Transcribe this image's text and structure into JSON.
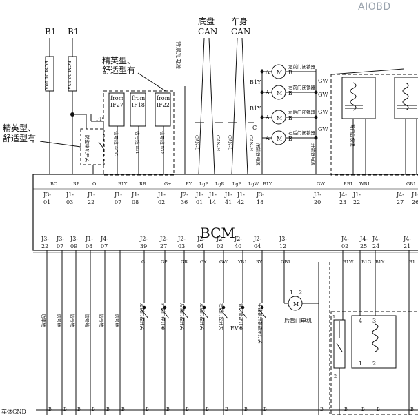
{
  "watermark": "AIOBD",
  "module": "BCM",
  "power": {
    "b1_left": "B1",
    "b1_right": "B1"
  },
  "fuses": [
    "BCM 01 10A",
    "BCM 02 15A"
  ],
  "bus": {
    "chassis_can": "底盘\nCAN",
    "body_can": "车身\nCAN"
  },
  "notes": {
    "elite_comfort_top": "精英型、\n舒适型有",
    "elite_comfort_left": "精英型、\n舒适型有",
    "backlight": "背景光电源"
  },
  "relay_switch": {
    "pp": "PP",
    "label": "防盗喇叭开关"
  },
  "from_boxes": [
    {
      "from": "from",
      "id": "IF27",
      "signal": "信号线 ACC"
    },
    {
      "from": "from",
      "id": "IF18",
      "signal": "信号线 IG1"
    },
    {
      "from": "from",
      "id": "IF22",
      "signal": "信号线 IG2"
    }
  ],
  "can_wires": [
    "CAN-L",
    "CAN-H",
    "CAN-L",
    "CAN-H"
  ],
  "lock_motors": [
    {
      "name": "左前门闭锁器",
      "a": "A",
      "b": "B"
    },
    {
      "name": "右前门闭锁器",
      "a": "A",
      "b": "B"
    },
    {
      "name": "左后门闭锁器",
      "a": "A",
      "b": "B"
    },
    {
      "name": "右后门闭锁器",
      "a": "A",
      "b": "B"
    }
  ],
  "motor_wires": {
    "b1y_1": "B1Y",
    "b1y_2": "B1Y",
    "c": "C",
    "gw_1": "GW",
    "gw_2": "GW",
    "gw_3": "GW",
    "gw_4": "GW"
  },
  "side_labels": {
    "lock_power": "闭锁器电源",
    "unlock_power": "开锁器电源"
  },
  "top_wire_colors": [
    "BO",
    "RP",
    "O",
    "B1Y",
    "RB",
    "G+",
    "RY",
    "LgB",
    "LgR",
    "LgB",
    "LgW",
    "B1Y",
    "GW",
    "RB1",
    "WB1",
    "GB1"
  ],
  "top_pins": [
    {
      "conn": "J3-",
      "pin": "01"
    },
    {
      "conn": "J1-",
      "pin": "03"
    },
    {
      "conn": "J1-",
      "pin": "22"
    },
    {
      "conn": "J1-",
      "pin": "07"
    },
    {
      "conn": "J1-",
      "pin": "08"
    },
    {
      "conn": "J1-",
      "pin": "02"
    },
    {
      "conn": "J2-",
      "pin": "36"
    },
    {
      "conn": "J1-",
      "pin": "01"
    },
    {
      "conn": "J1-",
      "pin": "14"
    },
    {
      "conn": "J1-",
      "pin": "41"
    },
    {
      "conn": "J1-",
      "pin": "42"
    },
    {
      "conn": "J3-",
      "pin": "18"
    },
    {
      "conn": "J3-",
      "pin": "20"
    },
    {
      "conn": "J4-",
      "pin": "23"
    },
    {
      "conn": "J1-",
      "pin": "22"
    },
    {
      "conn": "J4-",
      "pin": "27"
    },
    {
      "conn": "J1-",
      "pin": "26"
    }
  ],
  "bottom_pins": [
    {
      "conn": "J3-",
      "pin": "22"
    },
    {
      "conn": "J3-",
      "pin": "07"
    },
    {
      "conn": "J3-",
      "pin": "09"
    },
    {
      "conn": "J1-",
      "pin": "08"
    },
    {
      "conn": "J4-",
      "pin": "07"
    },
    {
      "conn": "J2-",
      "pin": "39"
    },
    {
      "conn": "J2-",
      "pin": "27"
    },
    {
      "conn": "J2-",
      "pin": "03"
    },
    {
      "conn": "J2-",
      "pin": "01"
    },
    {
      "conn": "J2-",
      "pin": "02"
    },
    {
      "conn": "J2-",
      "pin": "40"
    },
    {
      "conn": "J2-",
      "pin": "04"
    },
    {
      "conn": "J3-",
      "pin": "12"
    },
    {
      "conn": "J4-",
      "pin": "02"
    },
    {
      "conn": "J4-",
      "pin": "25"
    },
    {
      "conn": "J4-",
      "pin": "24"
    },
    {
      "conn": "J4-",
      "pin": "21"
    }
  ],
  "bottom_wire_colors": [
    "G",
    "GP",
    "GR",
    "GY",
    "GW",
    "YB1",
    "RY",
    "OB1",
    "B1W",
    "B1G",
    "B1Y",
    "B1"
  ],
  "ground_labels": [
    "功率地",
    "信号地",
    "信号地",
    "信号地",
    "信号地",
    "信号地"
  ],
  "switches": [
    "左前门控开关",
    "右前门控开关",
    "后背门控开关",
    "左后门控开关",
    "右后门控开关",
    "背门微动开关",
    "中控锁开锁指示灯关"
  ],
  "rear_motor": {
    "label": "后背门电机",
    "p1": "1",
    "p2": "2"
  },
  "ev_tag": "EV",
  "bottom_b": [
    "B",
    "B",
    "B",
    "B",
    "B",
    "B",
    "B",
    "B",
    "B",
    "B",
    "B",
    "B",
    "B",
    "B",
    "B",
    "B",
    "B",
    "B"
  ],
  "bottom_left_cut": "车体GND",
  "right_coils": {
    "p4": "4",
    "p3": "3",
    "p1": "1",
    "p2": "2"
  }
}
